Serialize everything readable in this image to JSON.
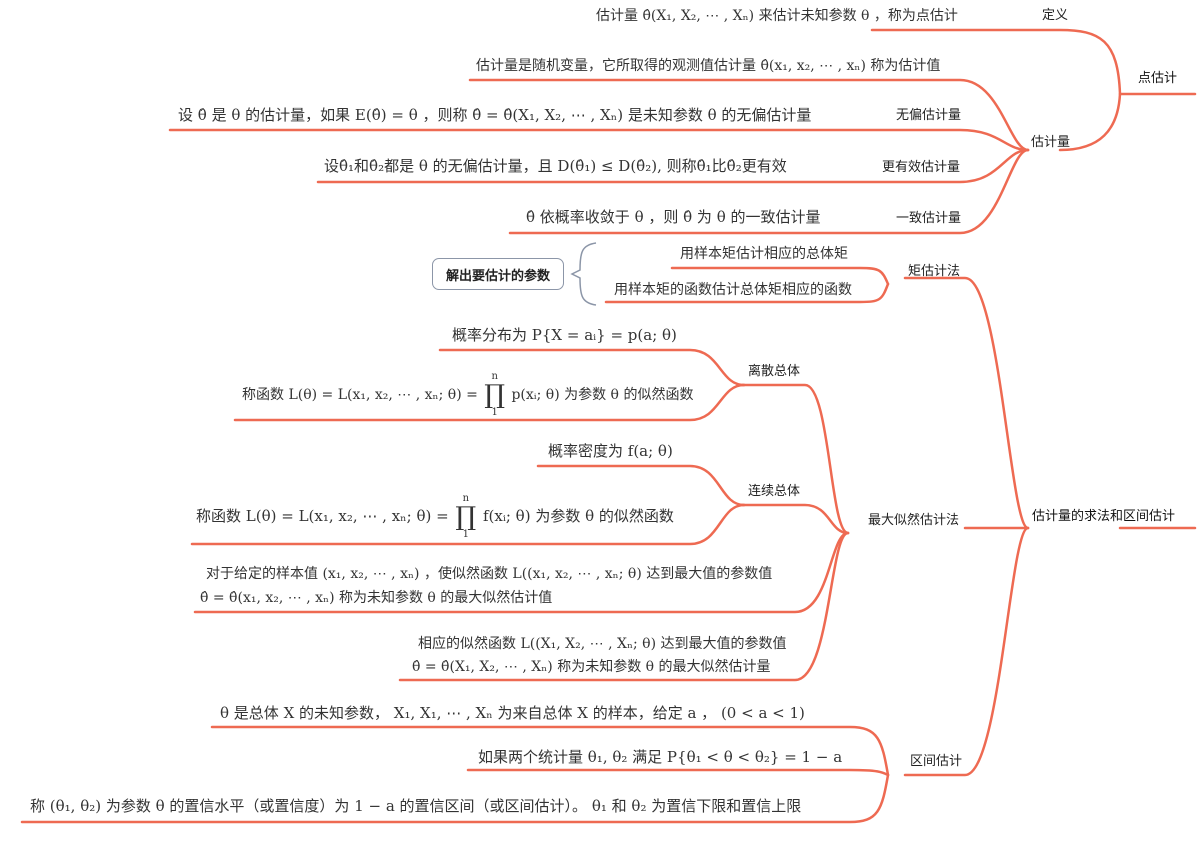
{
  "branches": {
    "point_estimate": "点估计",
    "definition": "定义",
    "estimator": "估计量",
    "unbiased": "无偏估计量",
    "more_efficient": "更有效估计量",
    "consistent": "一致估计量",
    "methods_interval": "估计量的求法和区间估计",
    "moment_method": "矩估计法",
    "mle": "最大似然估计法",
    "discrete": "离散总体",
    "continuous": "连续总体",
    "interval": "区间估计"
  },
  "callout": "解出要估计的参数",
  "leaves": {
    "definition": "估计量 θ̂(X₁, X₂, ⋯ , Xₙ) 来估计未知参数 θ ，称为点估计",
    "estimator_value": "估计量是随机变量，它所取得的观测值估计量 θ̂(x₁, x₂, ⋯ , xₙ) 称为估计值",
    "unbiased": "设 θ̂ 是 θ 的估计量，如果 E(θ̂) = θ ，则称 θ̂ = θ̂(X₁, X₂, ⋯ , Xₙ) 是未知参数 θ 的无偏估计量",
    "efficient": "设θ̂₁和θ̂₂都是 θ 的无偏估计量，且 D(θ̂₁) ≤ D(θ̂₂), 则称θ̂₁比θ̂₂更有效",
    "consistent": "θ̂ 依概率收敛于 θ ，则 θ̂ 为 θ 的一致估计量",
    "moment1": "用样本矩估计相应的总体矩",
    "moment2": "用样本矩的函数估计总体矩相应的函数",
    "discrete_pmf": "概率分布为 P{X = aᵢ} = p(a; θ)",
    "discrete_lik_pre": "称函数 L(θ) = L(x₁, x₂, ⋯ , xₙ; θ) =",
    "discrete_lik_post": "p(xᵢ; θ) 为参数 θ 的似然函数",
    "continuous_pdf": "概率密度为 f(a; θ)",
    "continuous_lik_pre": "称函数 L(θ) = L(x₁, x₂, ⋯ , xₙ; θ) =",
    "continuous_lik_post": "f(xᵢ; θ) 为参数 θ 的似然函数",
    "prod_top": "n",
    "prod_bottom": "1",
    "prod_symbol": "∏",
    "mle_value_1": "对于给定的样本值 (x₁, x₂, ⋯ , xₙ) ，使似然函数 L((x₁, x₂, ⋯ , xₙ; θ) 达到最大值的参数值",
    "mle_value_2": "θ̂ = θ̂(x₁, x₂, ⋯ , xₙ) 称为未知参数 θ 的最大似然估计值",
    "mle_est_1": "相应的似然函数 L((X₁, X₂, ⋯ , Xₙ; θ) 达到最大值的参数值",
    "mle_est_2": "θ̂ = θ̂(X₁, X₂, ⋯ , Xₙ) 称为未知参数 θ 的最大似然估计量",
    "interval1": "θ 是总体 X 的未知参数，  X₁, X₁, ⋯ , Xₙ 为来自总体 X 的样本，给定 a ，  (0 < a < 1)",
    "interval2": "如果两个统计量 θ₁, θ₂ 满足 P{θ₁ < θ < θ₂} = 1 − a",
    "interval3": "称 (θ₁, θ₂) 为参数 θ 的置信水平（或置信度）为 1 − a 的置信区间（或区间估计）。 θ₁ 和 θ₂ 为置信下限和置信上限"
  },
  "colors": {
    "branch": "#ee6a52",
    "callout_border": "#8c96a8",
    "bracket": "#8c96a8"
  }
}
